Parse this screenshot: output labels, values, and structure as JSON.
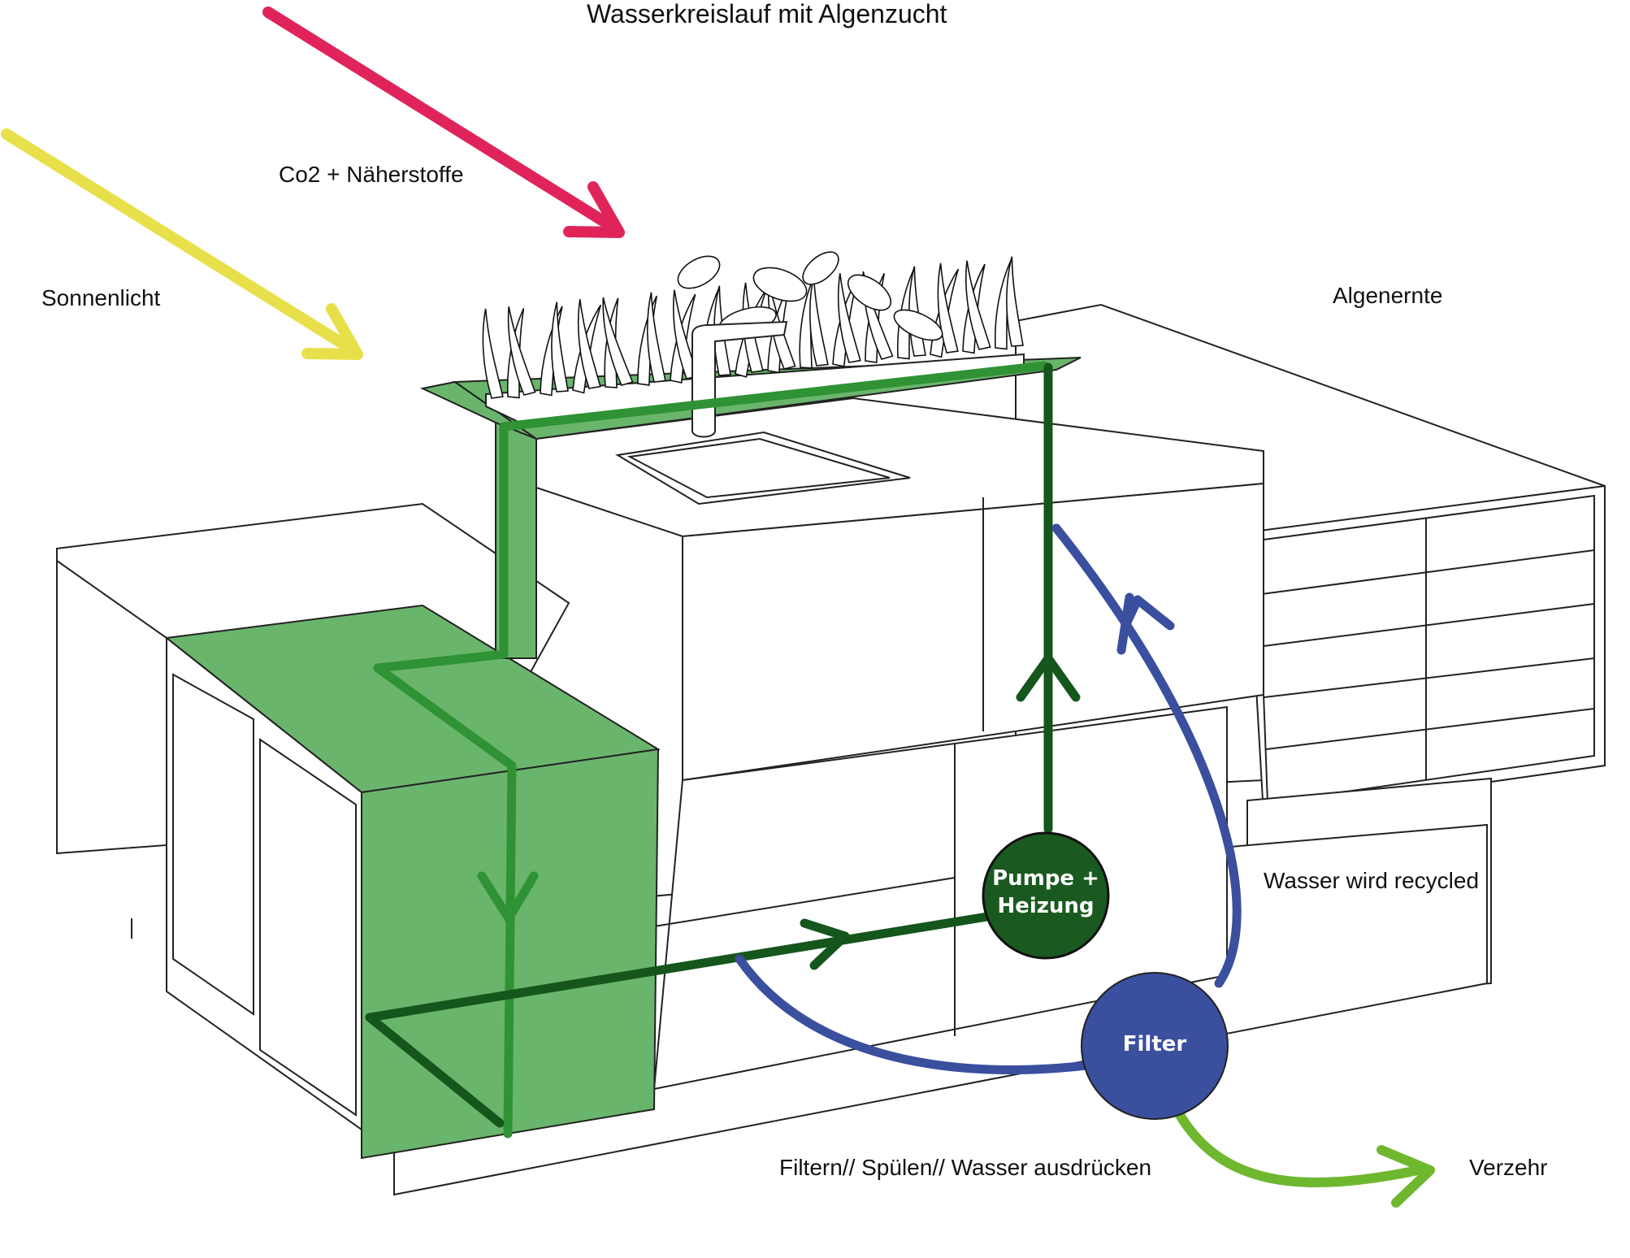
{
  "title": "Wasserkreislauf mit Algenzucht",
  "labels": {
    "co2": "Co2 + Näherstoffe",
    "sun": "Sonnenlicht",
    "harvest": "Algenernte",
    "recycle": "Wasser wird recycled",
    "process": "Filtern// Spülen// Wasser ausdrücken",
    "consume": "Verzehr"
  },
  "nodes": {
    "pump_line1": "Pumpe +",
    "pump_line2": "Heizung",
    "filter": "Filter"
  },
  "colors": {
    "sun_arrow": "#e8e04a",
    "co2_arrow": "#e0245a",
    "algae_tank": "#6ab56c",
    "pipe_light": "#2f9235",
    "pipe_dark": "#15561d",
    "pump": "#1a5a20",
    "filter": "#3a4f9e",
    "recycle_arrow": "#3a4f9e",
    "consume_arrow": "#6fb72f"
  }
}
